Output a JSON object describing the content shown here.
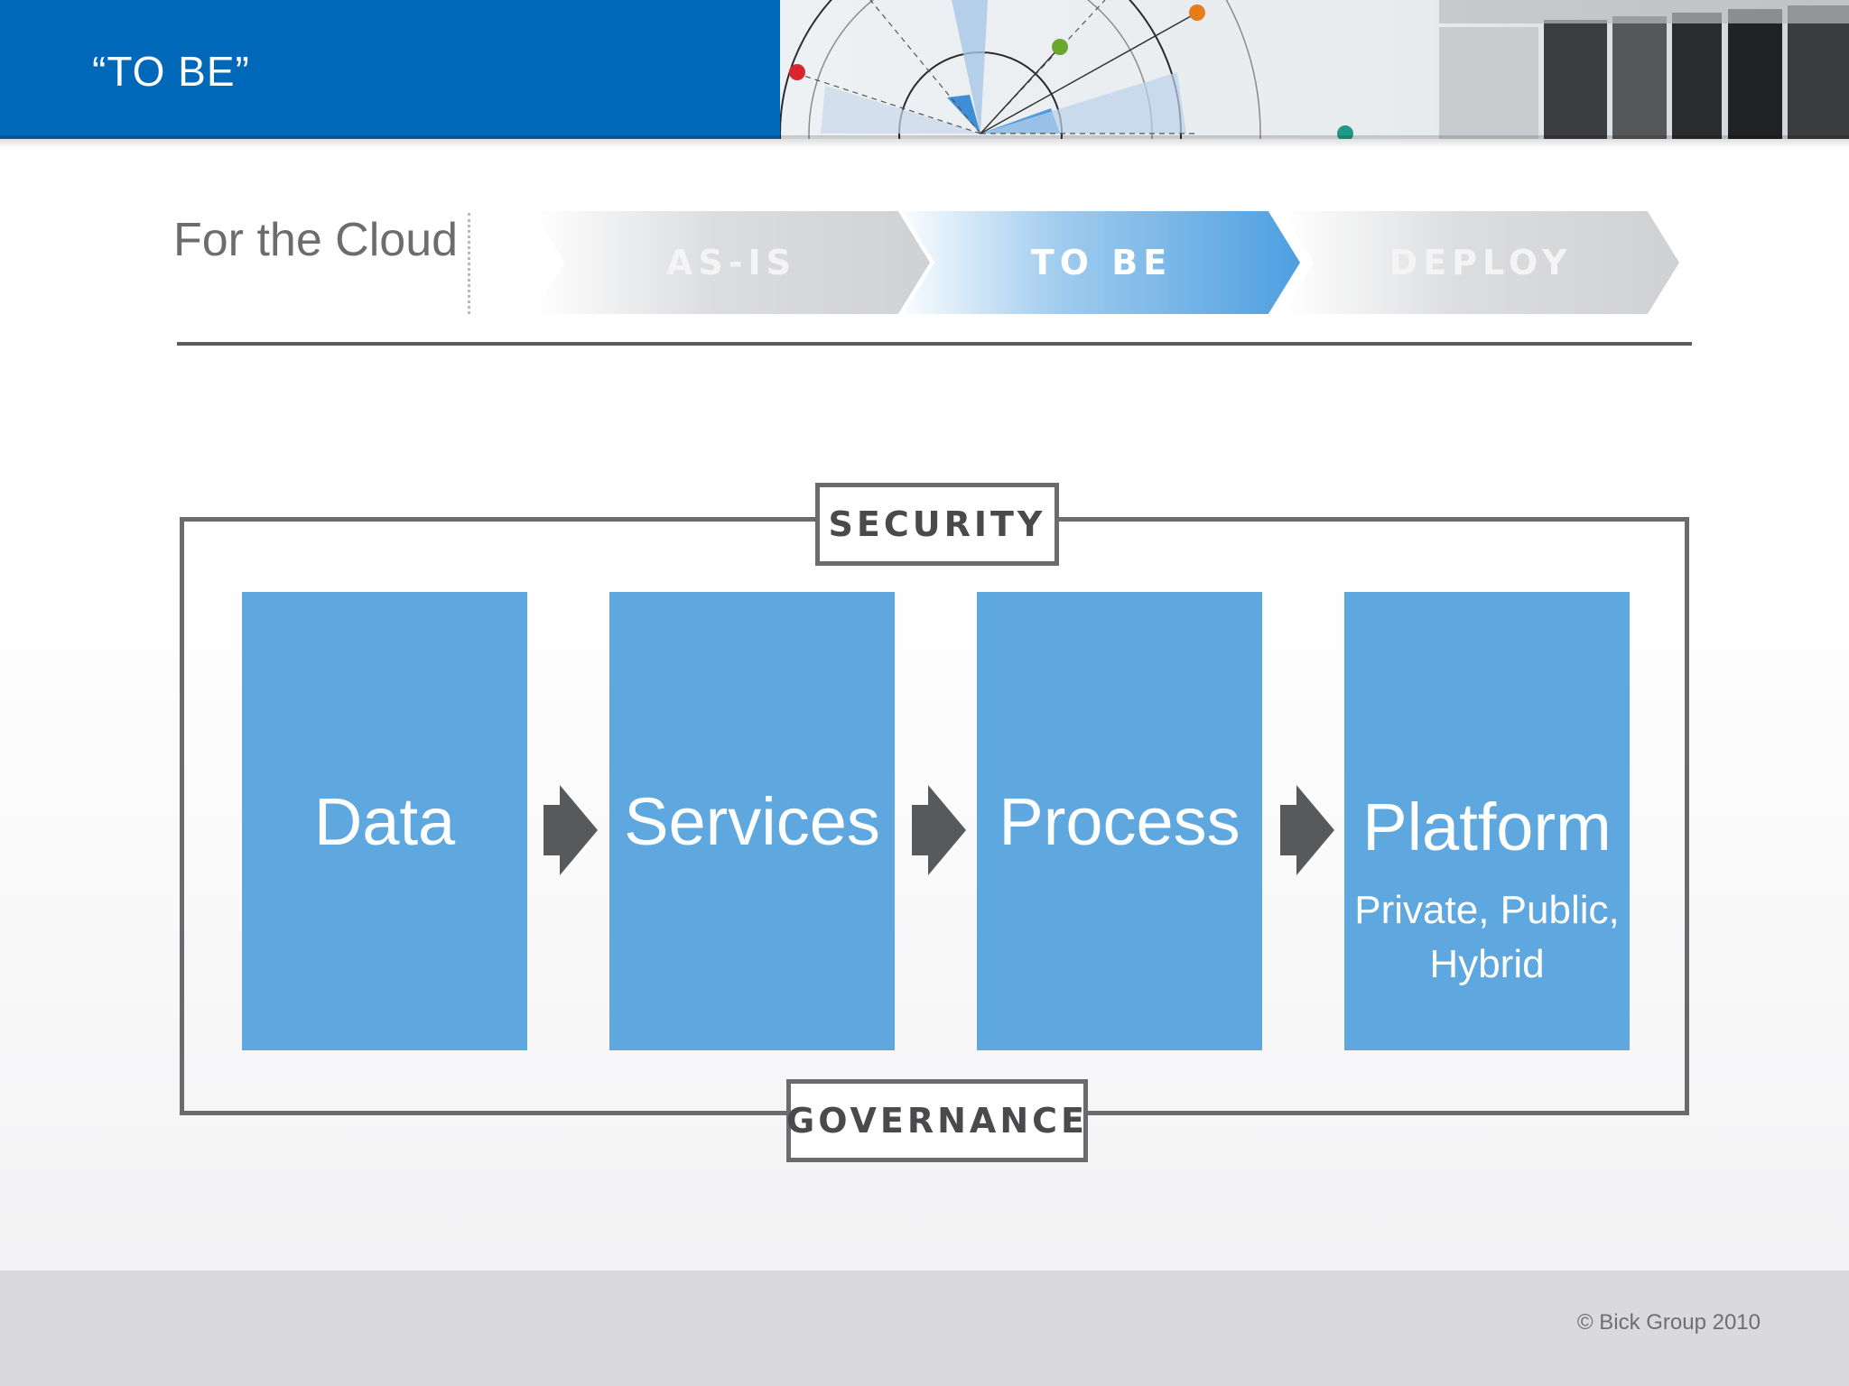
{
  "slide": {
    "title": "“TO BE”"
  },
  "section": {
    "label": "For the Cloud"
  },
  "stepper": {
    "steps": [
      {
        "label": "AS-IS",
        "active": false
      },
      {
        "label": "TO BE",
        "active": true
      },
      {
        "label": "DEPLOY",
        "active": false
      }
    ]
  },
  "diagram": {
    "top_label": "SECURITY",
    "bottom_label": "GOVERNANCE",
    "stages": [
      {
        "title": "Data",
        "subtitle": ""
      },
      {
        "title": "Services",
        "subtitle": ""
      },
      {
        "title": "Process",
        "subtitle": ""
      },
      {
        "title": "Platform",
        "subtitle_line1": "Private, Public,",
        "subtitle_line2": "Hybrid"
      }
    ]
  },
  "footer": {
    "copyright": "© Bick Group 2010"
  },
  "colors": {
    "brand_blue": "#0068b8",
    "stage_blue": "#5ea7df",
    "frame_gray": "#6b6b6d"
  }
}
